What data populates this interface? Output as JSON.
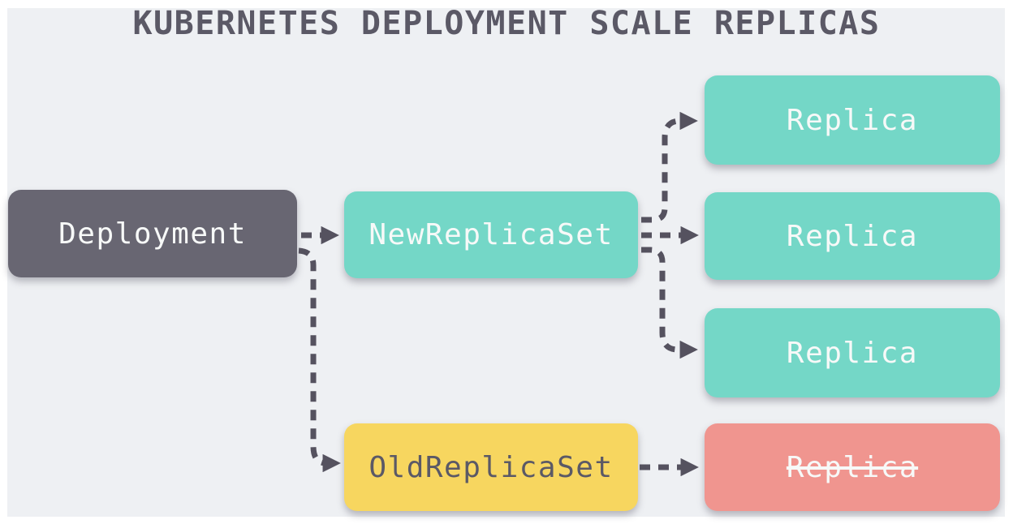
{
  "title": "KUBERNETES DEPLOYMENT SCALE REPLICAS",
  "colors": {
    "page-bg": "#ffffff",
    "canvas-bg": "#eef0f3",
    "node-dark": "#686672",
    "node-teal": "#74d7c7",
    "node-yellow": "#f7d65f",
    "node-red": "#f0958f",
    "text-light": "#f7f9f8",
    "text-dark": "#5b5966",
    "arrow": "#55525f",
    "title-color": "#5b5966"
  },
  "nodes": {
    "deployment": {
      "label": "Deployment",
      "color": "#686672"
    },
    "new_replica_set": {
      "label": "NewReplicaSet",
      "color": "#74d7c7"
    },
    "replica_top": {
      "label": "Replica",
      "color": "#74d7c7"
    },
    "replica_middle": {
      "label": "Replica",
      "color": "#74d7c7"
    },
    "replica_bottom": {
      "label": "Replica",
      "color": "#74d7c7"
    },
    "old_replica_set": {
      "label": "OldReplicaSet",
      "color": "#f7d65f"
    },
    "old_replica": {
      "label": "Replica",
      "color": "#f0958f",
      "struck_through": true
    }
  },
  "edges": [
    {
      "from": "Deployment",
      "to": "NewReplicaSet",
      "style": "dashed-arrow"
    },
    {
      "from": "Deployment",
      "to": "OldReplicaSet",
      "style": "dashed-arrow"
    },
    {
      "from": "NewReplicaSet",
      "to": "Replica (top)",
      "style": "dashed-arrow"
    },
    {
      "from": "NewReplicaSet",
      "to": "Replica (middle)",
      "style": "dashed-arrow"
    },
    {
      "from": "NewReplicaSet",
      "to": "Replica (bottom)",
      "style": "dashed-arrow"
    },
    {
      "from": "OldReplicaSet",
      "to": "Replica (old, struck through)",
      "style": "dashed-arrow"
    }
  ]
}
